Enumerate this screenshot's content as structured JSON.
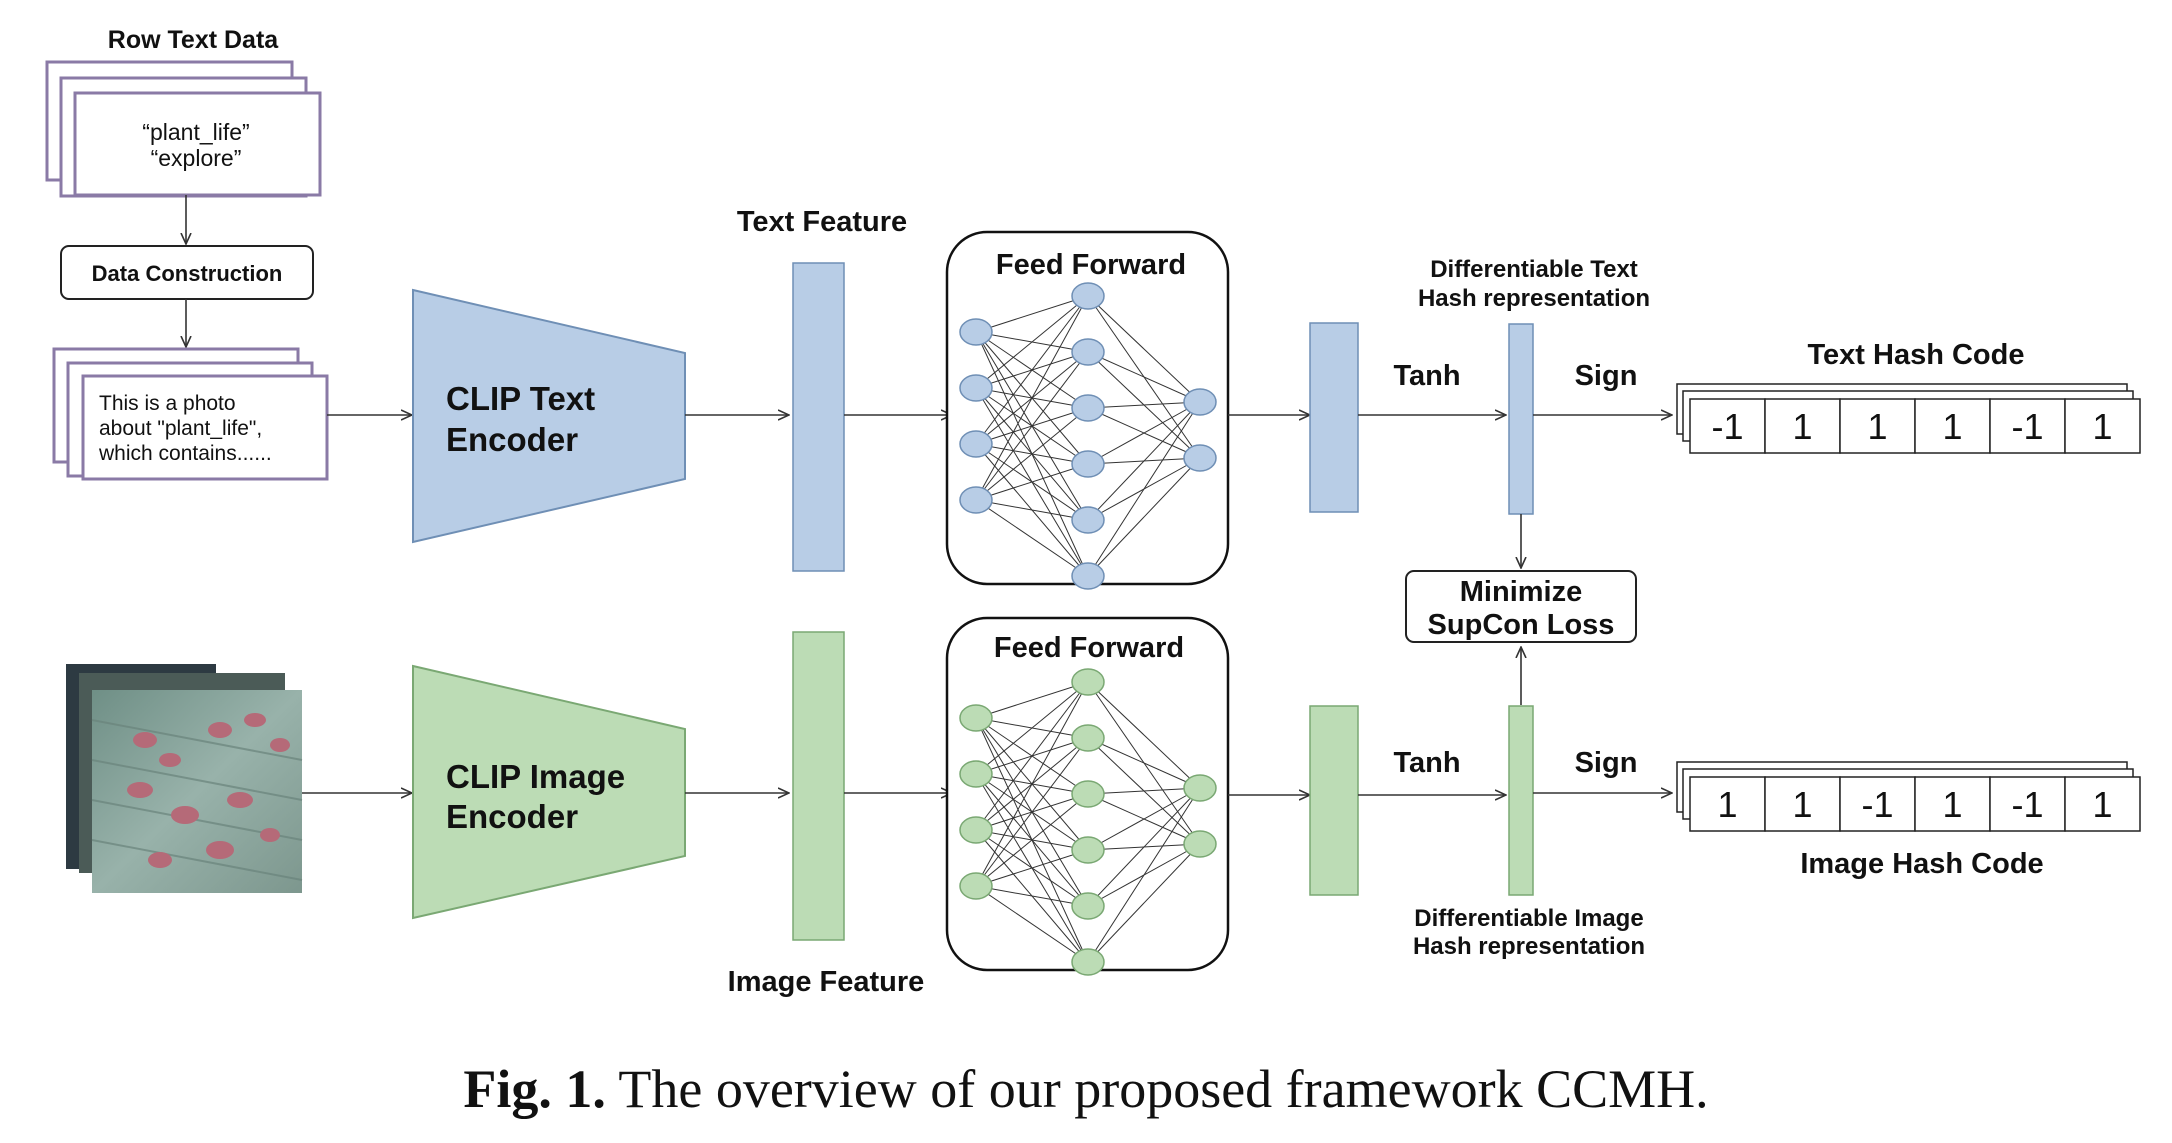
{
  "text_branch": {
    "raw_title": "Row Text Data",
    "raw_lines": [
      "“plant_life”",
      "“explore”"
    ],
    "construction_label": "Data Construction",
    "prompt_lines": [
      "This is a photo",
      "about \"plant_life\",",
      "which contains......"
    ],
    "encoder_lines": [
      "CLIP  Text",
      "Encoder"
    ],
    "feature_label": "Text Feature",
    "ff_label": "Feed Forward",
    "diff_lines": [
      "Differentiable Text",
      "Hash representation"
    ],
    "tanh_label": "Tanh",
    "sign_label": "Sign",
    "hash_title": "Text Hash Code",
    "hash_code": [
      "-1",
      "1",
      "1",
      "1",
      "-1",
      "1"
    ]
  },
  "image_branch": {
    "encoder_lines": [
      "CLIP  Image",
      "Encoder"
    ],
    "feature_label": "Image Feature",
    "ff_label": "Feed Forward",
    "diff_lines": [
      "Differentiable Image",
      "Hash representation"
    ],
    "tanh_label": "Tanh",
    "sign_label": "Sign",
    "hash_title": "Image Hash Code",
    "hash_code": [
      "1",
      "1",
      "-1",
      "1",
      "-1",
      "1"
    ]
  },
  "loss_lines": [
    "Minimize",
    "SupCon Loss"
  ],
  "caption": {
    "prefix": "Fig. 1.",
    "text": " The overview of our proposed framework CCMH."
  },
  "colors": {
    "text_fill": "#b8cde6",
    "text_stroke": "#6f8fb5",
    "image_fill": "#bcdcb5",
    "image_stroke": "#7aa873",
    "box_stroke": "#8a7aa6"
  }
}
